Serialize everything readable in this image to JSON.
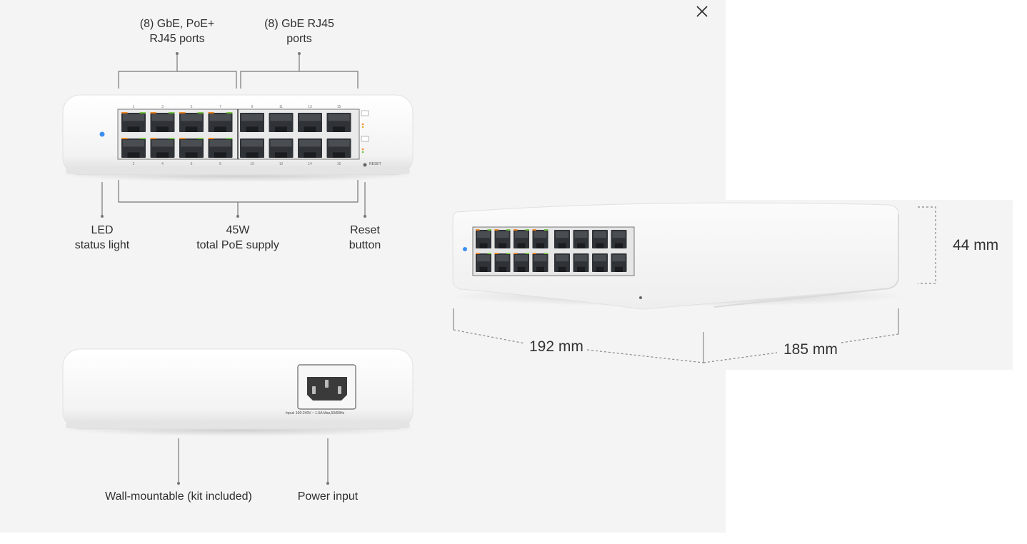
{
  "close_icon": "close-icon",
  "front_view": {
    "labels": {
      "poe_ports": [
        "(8) GbE, PoE+",
        "RJ45 ports"
      ],
      "gbe_ports": [
        "(8) GbE RJ45",
        "ports"
      ],
      "led": [
        "LED",
        "status light"
      ],
      "poe_supply": [
        "45W",
        "total PoE supply"
      ],
      "reset": [
        "Reset",
        "button"
      ]
    },
    "port_numbers_top": [
      "1",
      "3",
      "5",
      "7",
      "9",
      "11",
      "13",
      "15"
    ],
    "port_numbers_bottom": [
      "2",
      "4",
      "6",
      "8",
      "10",
      "12",
      "14",
      "16"
    ],
    "reset_text": "RESET",
    "led_color": "#3a8ff0"
  },
  "back_view": {
    "labels": {
      "wall_mount": "Wall-mountable (kit included)",
      "power": "Power input"
    },
    "power_rating": "Input: 100-240V ~ 1.5A Max,50/60Hz"
  },
  "dimensions": {
    "height": "44 mm",
    "width": "192 mm",
    "depth": "185 mm"
  }
}
